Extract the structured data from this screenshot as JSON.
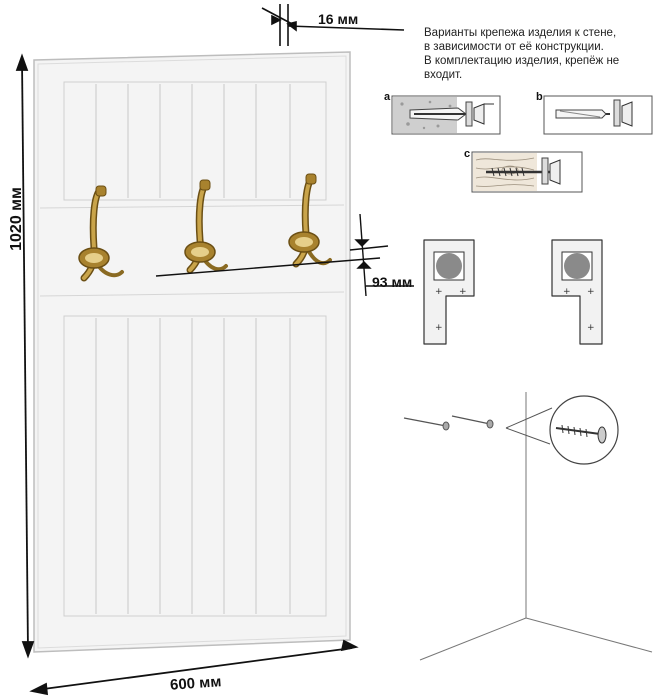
{
  "dimensions": {
    "depth": "16 мм",
    "height": "1020 мм",
    "width": "600 мм",
    "hook_offset": "93 мм"
  },
  "note": {
    "lines": [
      "Варианты крепежа изделия к стене,",
      "в зависимости от её конструкции.",
      "В комплектацию изделия, крепёж не",
      "входит."
    ]
  },
  "mounting_variants": {
    "a": "a",
    "b": "b",
    "c": "c"
  },
  "colors": {
    "panel": "#f4f4f4",
    "panel_line": "#c9c9c9",
    "hook_brass": "#a8822e",
    "hook_dark": "#6b4f14",
    "bracket": "#f2f2f2",
    "bracket_slot": "#8a8a8a"
  }
}
